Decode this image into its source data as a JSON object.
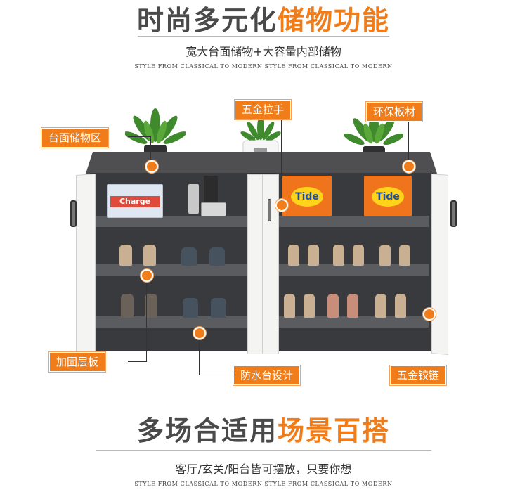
{
  "header": {
    "title_dark": "时尚多元化",
    "title_accent": "储物功能",
    "subtitle": "宽大台面储物+大容量内部储物",
    "caption": "STYLE FROM CLASSICAL TO MODERN STYLE FROM CLASSICAL TO MODERN"
  },
  "features": {
    "countertop": "台面储物区",
    "hardware_handle": "五金拉手",
    "eco_board": "环保板材",
    "reinforced_shelf": "加固层板",
    "waterproof_base": "防水台设计",
    "hardware_hinge": "五金铰链"
  },
  "products": {
    "box_brand": "Charge",
    "detergent_brand": "Tide"
  },
  "footer": {
    "title_dark": "多场合适用",
    "title_accent": "场景百搭",
    "subtitle": "客厅/玄关/阳台皆可摆放，只要你想",
    "caption": "STYLE FROM CLASSICAL TO MODERN STYLE FROM CLASSICAL TO MODERN"
  },
  "colors": {
    "accent": "#f07d1a",
    "cabinet_body": "#393a3d",
    "door": "#f4f4f2"
  }
}
